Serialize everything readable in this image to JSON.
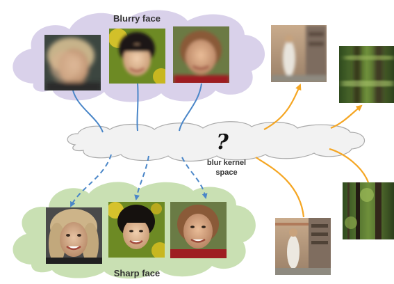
{
  "labels": {
    "blurry_face": "Blurry face",
    "sharp_face": "Sharp face",
    "question": "?",
    "kernel_line1": "blur kernel",
    "kernel_line2": "space"
  },
  "colors": {
    "blurry_cloud": "#d9d1ea",
    "sharp_cloud": "#c9e0b3",
    "kernel_cloud": "#f2f2f2",
    "kernel_outline": "#a9a9a9",
    "face_arrow": "#4a86c8",
    "scene_arrow": "#f5a623"
  },
  "images": [
    "blurry-face-photo",
    "sharp-face-photo",
    "blurry-scene-photo",
    "sharp-scene-photo"
  ]
}
